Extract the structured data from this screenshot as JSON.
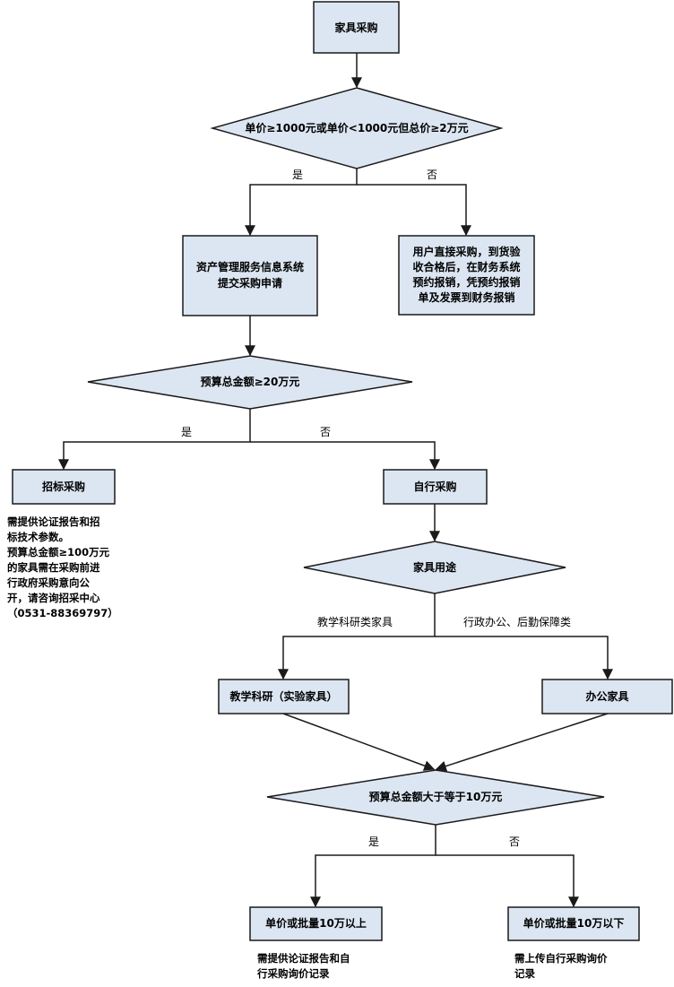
{
  "nodes": {
    "start": "家具采购",
    "cond1": "单价≥1000元或单价<1000元但总价≥2万元",
    "asset_system": [
      "资产管理服务信息系统",
      "提交采购申请"
    ],
    "direct_purchase": [
      "用户直接采购，到货验",
      "收合格后，在财务系统",
      "预约报销，凭预约报销",
      "单及发票到财务报销"
    ],
    "cond2": "预算总金额≥20万元",
    "tender": "招标采购",
    "self_purchase": "自行采购",
    "cond3": "家具用途",
    "teaching": "教学科研（实验家具）",
    "office": "办公家具",
    "cond4": "预算总金额大于等于10万元",
    "above": "单价或批量10万以上",
    "below": "单价或批量10万以下"
  },
  "edge_labels": {
    "yes1": "是",
    "no1": "否",
    "yes2": "是",
    "no2": "否",
    "teaching_label": "教学科研类家具",
    "office_label": "行政办公、后勤保障类",
    "yes3": "是",
    "no3": "否"
  },
  "notes": {
    "tender": [
      "需提供论证报告和招",
      "标技术参数。",
      "预算总金额≥100万元",
      "的家具需在采购前进",
      "行政府采购意向公",
      "开，请咨询招采中心",
      "（0531-88369797）"
    ],
    "above": [
      "需提供论证报告和自",
      "行采购询价记录"
    ],
    "below": [
      "需上传自行采购询价",
      "记录"
    ]
  },
  "colors": {
    "node_fill": "#dce6f2",
    "stroke": "#1a1a1a"
  }
}
